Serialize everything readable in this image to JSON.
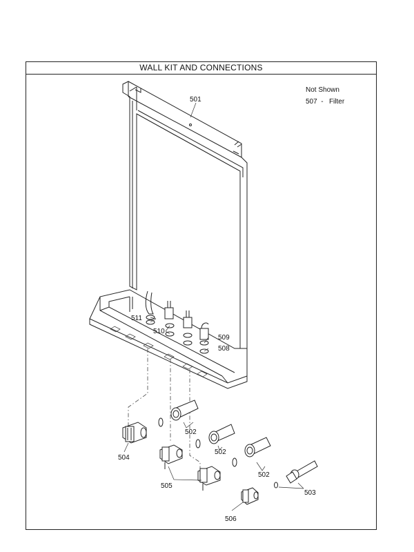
{
  "title": "WALL KIT AND CONNECTIONS",
  "notes": {
    "heading": "Not Shown",
    "items": [
      {
        "number": "507",
        "separator": "-",
        "description": "Filter"
      }
    ]
  },
  "callouts": {
    "c501": "501",
    "c502a": "502",
    "c502b": "502",
    "c502c": "502",
    "c503": "503",
    "c504": "504",
    "c505": "505",
    "c506": "506",
    "c508": "508",
    "c509": "509",
    "c510": "510",
    "c511": "511"
  }
}
